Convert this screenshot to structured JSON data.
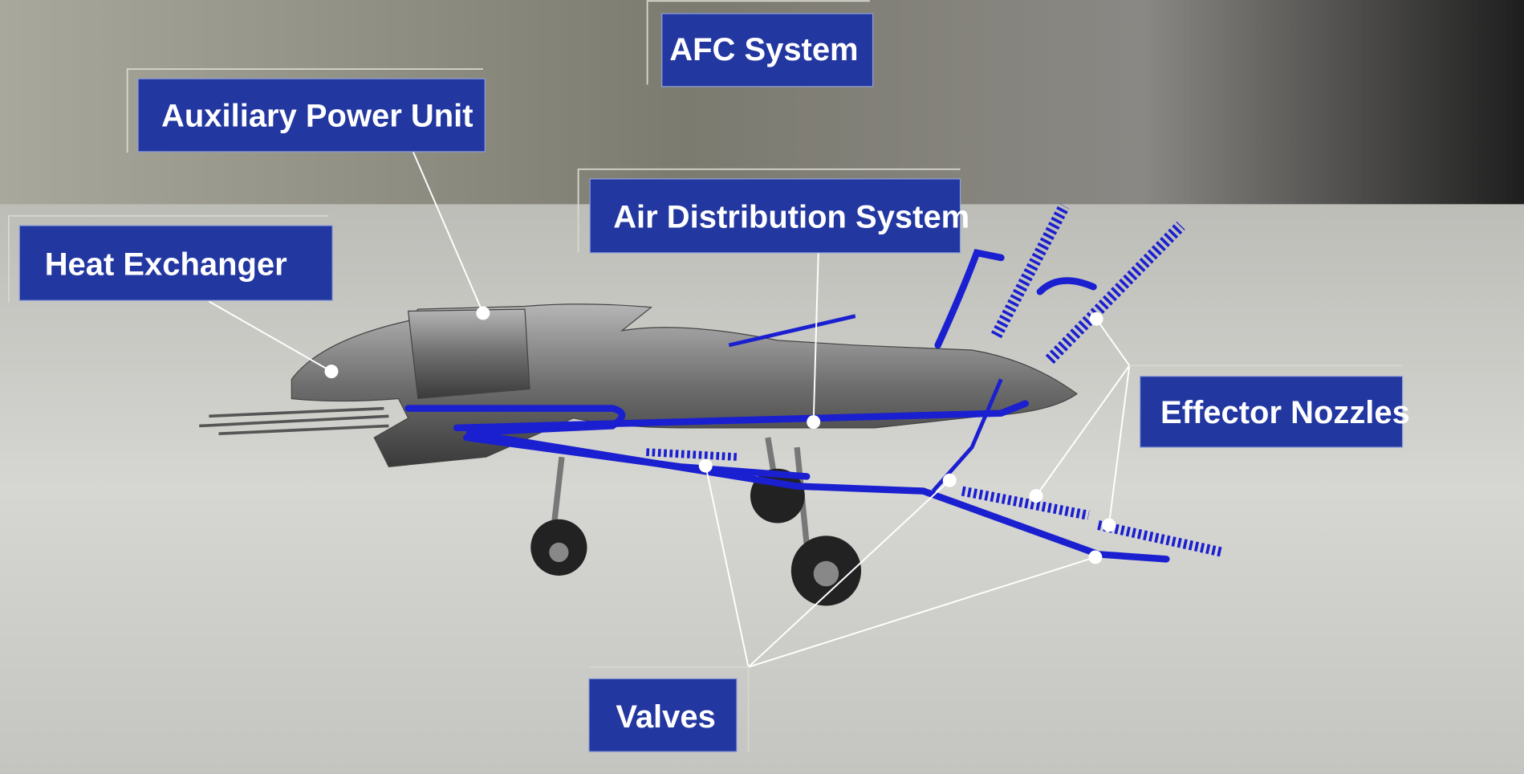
{
  "labels": {
    "afc_system": "AFC System",
    "auxiliary_power_unit": "Auxiliary Power Unit",
    "heat_exchanger": "Heat Exchanger",
    "air_distribution_system": "Air Distribution System",
    "effector_nozzles": "Effector Nozzles",
    "valves": "Valves"
  },
  "colors": {
    "label_box": "#2337a0",
    "pipes": "#1a1fd0"
  }
}
